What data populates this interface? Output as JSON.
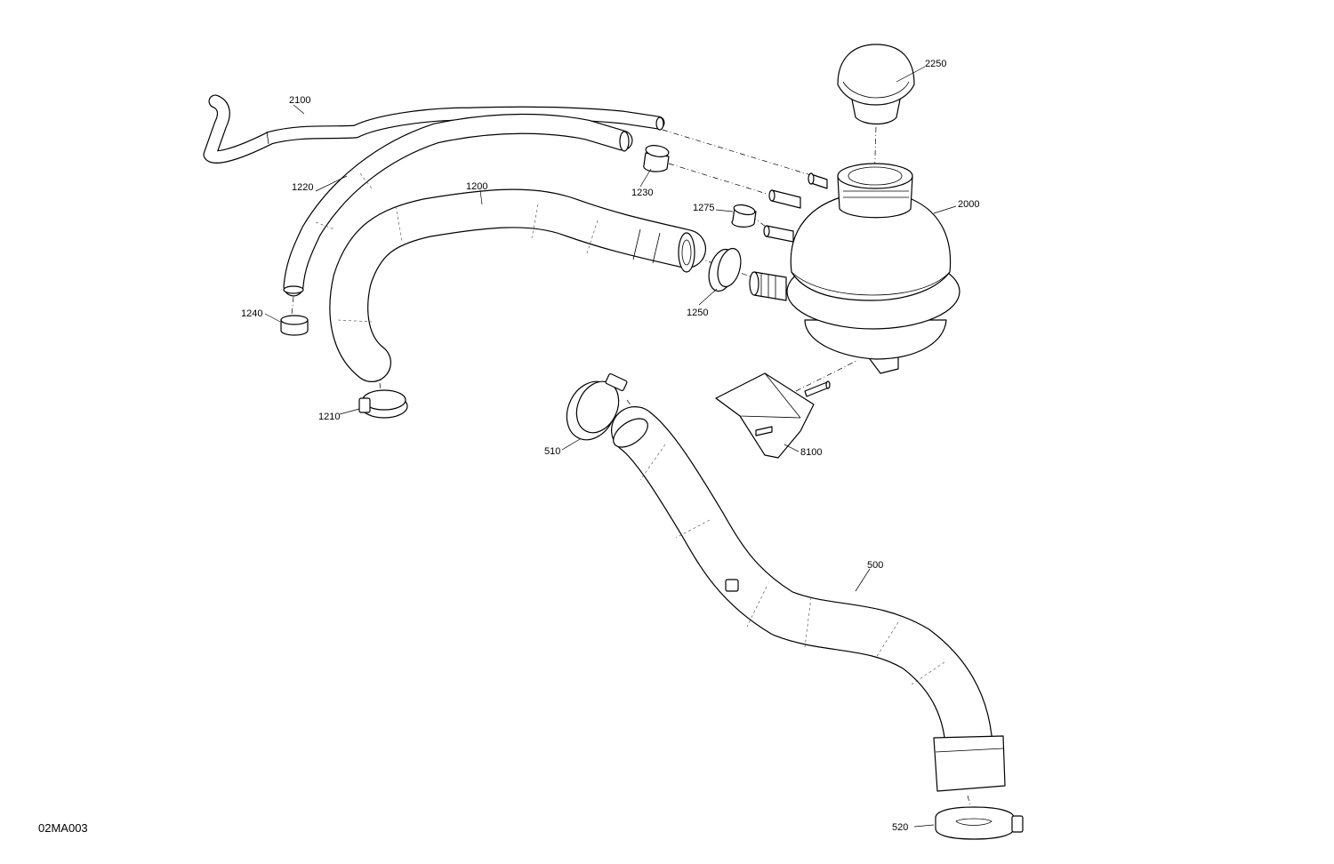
{
  "drawing_code": "02MA003",
  "callouts": {
    "c2250": "2250",
    "c2100": "2100",
    "c2000": "2000",
    "c1220": "1220",
    "c1200": "1200",
    "c1230": "1230",
    "c1275": "1275",
    "c1240": "1240",
    "c1250": "1250",
    "c1210": "1210",
    "c510": "510",
    "c8100": "8100",
    "c500": "500",
    "c520": "520"
  }
}
